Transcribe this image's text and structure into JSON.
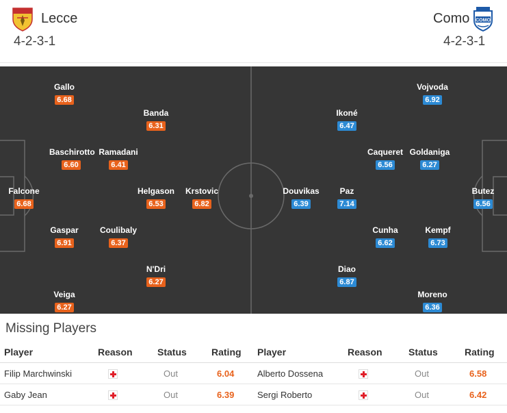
{
  "home": {
    "name": "Lecce",
    "formation": "4-2-3-1",
    "players": [
      {
        "name": "Gallo",
        "rating": "6.68"
      },
      {
        "name": "Banda",
        "rating": "6.31"
      },
      {
        "name": "Baschirotto",
        "rating": "6.60"
      },
      {
        "name": "Ramadani",
        "rating": "6.41"
      },
      {
        "name": "Falcone",
        "rating": "6.68"
      },
      {
        "name": "Helgason",
        "rating": "6.53"
      },
      {
        "name": "Krstovic",
        "rating": "6.82"
      },
      {
        "name": "Gaspar",
        "rating": "6.91"
      },
      {
        "name": "Coulibaly",
        "rating": "6.37"
      },
      {
        "name": "N'Dri",
        "rating": "6.27"
      },
      {
        "name": "Veiga",
        "rating": "6.27"
      }
    ]
  },
  "away": {
    "name": "Como",
    "formation": "4-2-3-1",
    "players": [
      {
        "name": "Vojvoda",
        "rating": "6.92"
      },
      {
        "name": "Ikoné",
        "rating": "6.47"
      },
      {
        "name": "Caqueret",
        "rating": "6.56"
      },
      {
        "name": "Goldaniga",
        "rating": "6.27"
      },
      {
        "name": "Douvikas",
        "rating": "6.39"
      },
      {
        "name": "Paz",
        "rating": "7.14"
      },
      {
        "name": "Butez",
        "rating": "6.56"
      },
      {
        "name": "Cunha",
        "rating": "6.62"
      },
      {
        "name": "Kempf",
        "rating": "6.73"
      },
      {
        "name": "Diao",
        "rating": "6.87"
      },
      {
        "name": "Moreno",
        "rating": "6.36"
      }
    ]
  },
  "colors": {
    "home_rating": "#e8621c",
    "away_rating": "#2c8ad4",
    "pitch": "#363636"
  },
  "missing": {
    "title": "Missing Players",
    "headers": {
      "player": "Player",
      "reason": "Reason",
      "status": "Status",
      "rating": "Rating"
    },
    "home": [
      {
        "player": "Filip Marchwinski",
        "reason_icon": "injury-cross-icon",
        "status": "Out",
        "rating": "6.04"
      },
      {
        "player": "Gaby Jean",
        "reason_icon": "injury-cross-icon",
        "status": "Out",
        "rating": "6.39"
      }
    ],
    "away": [
      {
        "player": "Alberto Dossena",
        "reason_icon": "injury-cross-icon",
        "status": "Out",
        "rating": "6.58"
      },
      {
        "player": "Sergi Roberto",
        "reason_icon": "injury-cross-icon",
        "status": "Out",
        "rating": "6.42"
      }
    ]
  }
}
